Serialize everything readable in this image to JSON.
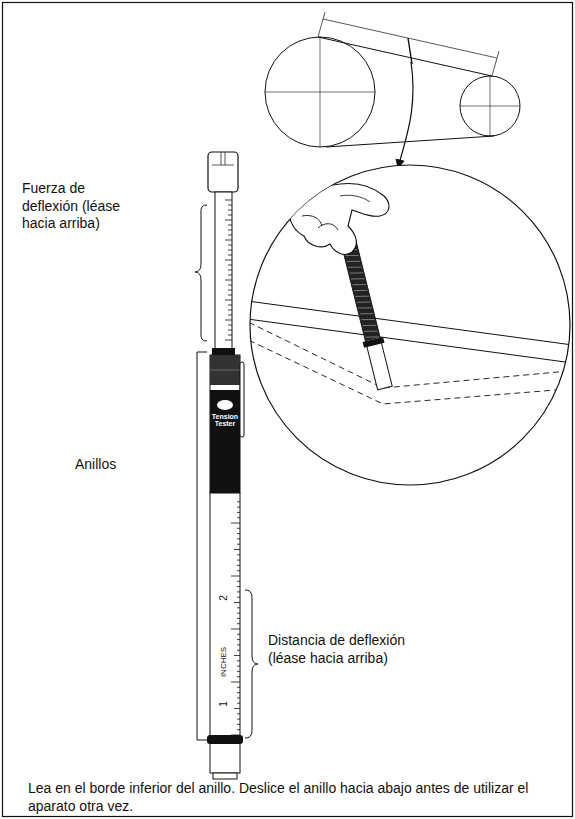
{
  "diagram": {
    "labels": [
      "Fuerza de deflexión (léase hacia arriba)",
      "Anillos",
      "Distancia de deflexión (léase hacia arriba)",
      "Tension Tester",
      "INCHES",
      "2",
      "1",
      "Lea en el borde inferior del anillo. Deslice el anillo hacia abajo antes de utilizar el aparato otra vez."
    ]
  }
}
